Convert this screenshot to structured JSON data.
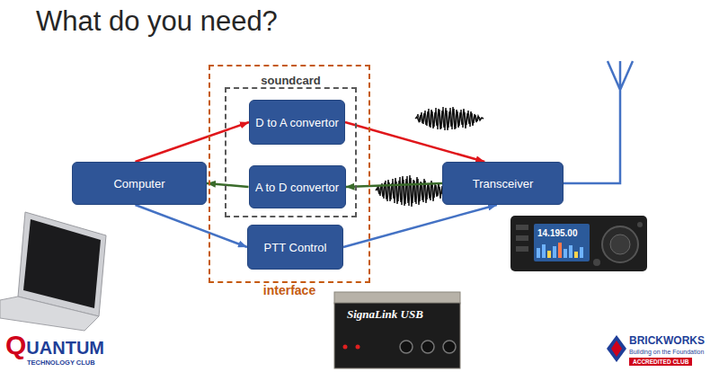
{
  "diagram": {
    "title": "What do you need?",
    "nodes": [
      {
        "text": [
          "Computer"
        ]
      },
      {
        "text": [
          "interface"
        ]
      },
      {
        "text": [
          "soundcard"
        ],
        "in": 1
      },
      {
        "text": [
          "D to A convertor"
        ],
        "in": 2
      },
      {
        "text": [
          "A to D convertor"
        ],
        "in": 2
      },
      {
        "text": [
          "PTT Control"
        ],
        "in": 1
      },
      {
        "text": [
          "Transceiver"
        ]
      }
    ],
    "edges": [
      {
        "from": 0,
        "to": 3,
        "arrow": "to"
      },
      {
        "from": 3,
        "to": 6,
        "arrow": "to"
      },
      {
        "from": 6,
        "to": 4,
        "arrow": "to"
      },
      {
        "from": 4,
        "to": 0,
        "arrow": "to"
      },
      {
        "from": 0,
        "to": 5,
        "arrow": "to"
      },
      {
        "from": 5,
        "to": 6,
        "arrow": "to"
      }
    ],
    "labels": [
      "14.195.00",
      "SignaLink USB",
      "QUANTUM",
      "TECHNOLOGY CLUB",
      "BRICKWORKS",
      "Building on the Foundation",
      "ACCREDITED CLUB"
    ]
  }
}
